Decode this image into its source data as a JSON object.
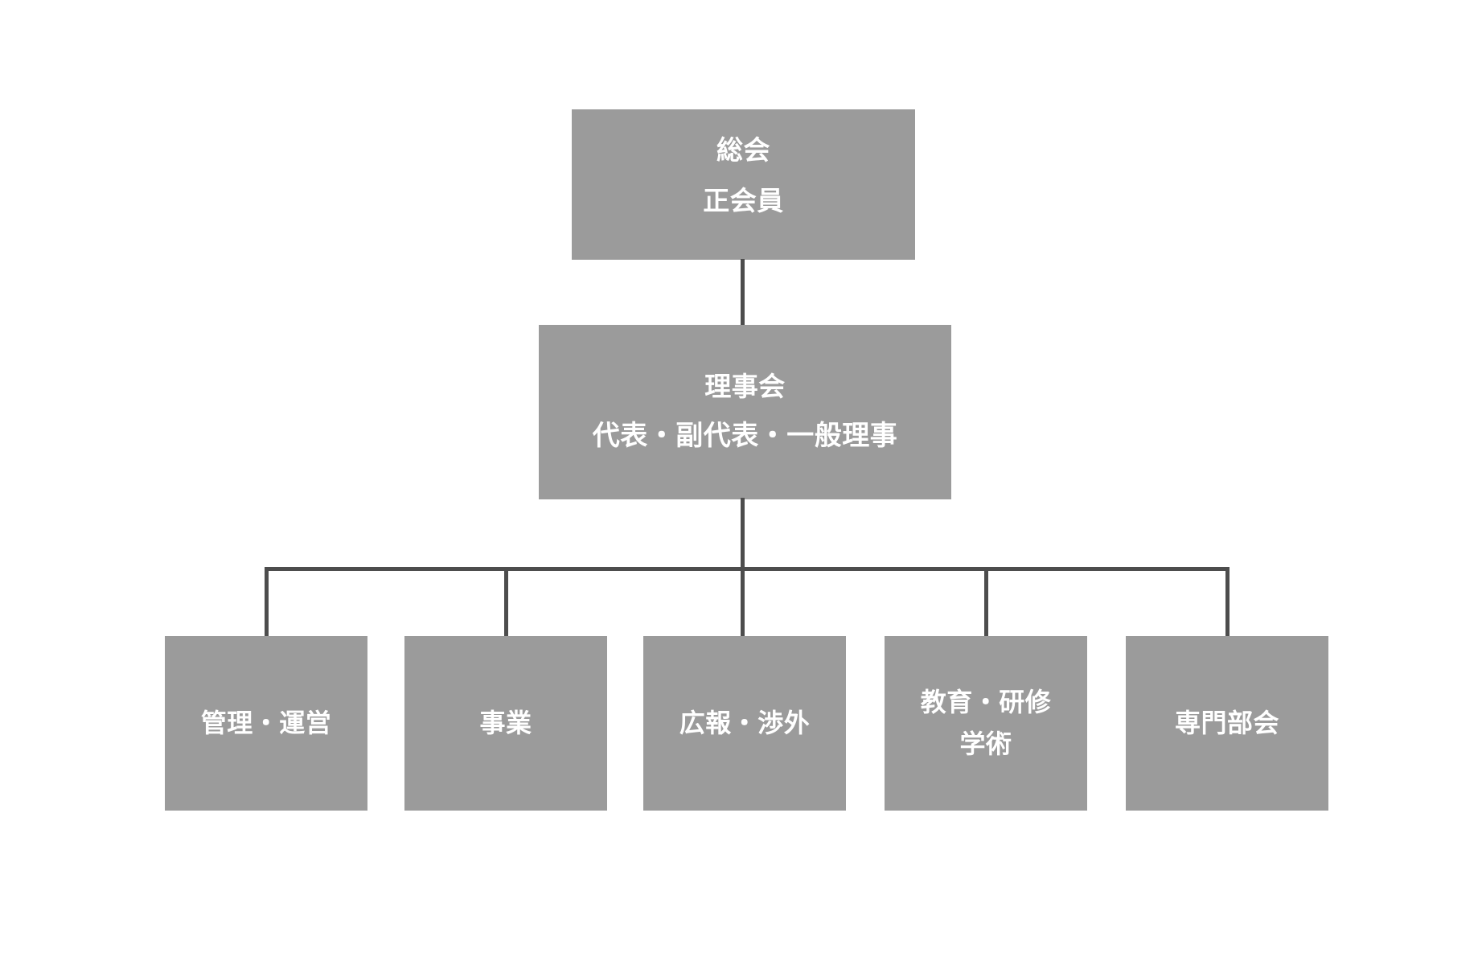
{
  "chart_data": {
    "type": "diagram",
    "subtype": "organization-chart",
    "title": "",
    "orientation": "top-down",
    "colors": {
      "node_fill": "#9b9b9b",
      "node_text": "#ffffff",
      "connector": "#4d4d4d",
      "background": "#ffffff"
    },
    "levels": [
      {
        "level": 1,
        "nodes": [
          {
            "id": "general-assembly",
            "lines": [
              "総会",
              "正会員"
            ]
          }
        ]
      },
      {
        "level": 2,
        "nodes": [
          {
            "id": "board-of-directors",
            "lines": [
              "理事会",
              "代表・副代表・一般理事"
            ]
          }
        ]
      },
      {
        "level": 3,
        "nodes": [
          {
            "id": "management-operations",
            "lines": [
              "管理・運営"
            ]
          },
          {
            "id": "business",
            "lines": [
              "事業"
            ]
          },
          {
            "id": "pr-external",
            "lines": [
              "広報・渉外"
            ]
          },
          {
            "id": "education-training-academic",
            "lines": [
              "教育・研修",
              "学術"
            ]
          },
          {
            "id": "specialist-committee",
            "lines": [
              "専門部会"
            ]
          }
        ]
      }
    ],
    "edges": [
      {
        "from": "general-assembly",
        "to": "board-of-directors"
      },
      {
        "from": "board-of-directors",
        "to": "management-operations"
      },
      {
        "from": "board-of-directors",
        "to": "business"
      },
      {
        "from": "board-of-directors",
        "to": "pr-external"
      },
      {
        "from": "board-of-directors",
        "to": "education-training-academic"
      },
      {
        "from": "board-of-directors",
        "to": "specialist-committee"
      }
    ]
  },
  "nodes": {
    "general_assembly": {
      "line1": "総会",
      "line2": "正会員"
    },
    "board": {
      "line1": "理事会",
      "line2": "代表・副代表・一般理事"
    },
    "leaf0": {
      "line1": "管理・運営"
    },
    "leaf1": {
      "line1": "事業"
    },
    "leaf2": {
      "line1": "広報・渉外"
    },
    "leaf3": {
      "line1": "教育・研修",
      "line2": "学術"
    },
    "leaf4": {
      "line1": "専門部会"
    }
  }
}
